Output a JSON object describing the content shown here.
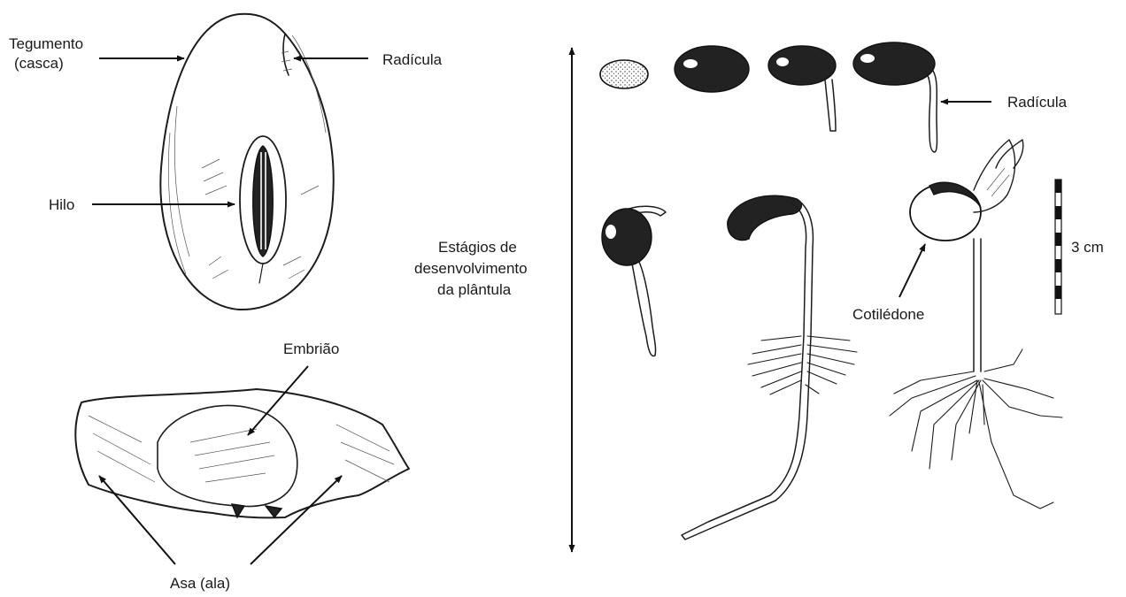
{
  "labels": {
    "tegumento_line1": "Tegumento",
    "tegumento_line2": "(casca)",
    "radicula_seed": "Radícula",
    "hilo": "Hilo",
    "embriao": "Embrião",
    "asa": "Asa (ala)",
    "estagios_line1": "Estágios de",
    "estagios_line2": "desenvolvimento",
    "estagios_line3": "da plântula",
    "radicula_stages": "Radícula",
    "scale": "3 cm",
    "cotiledone": "Cotilédone"
  }
}
